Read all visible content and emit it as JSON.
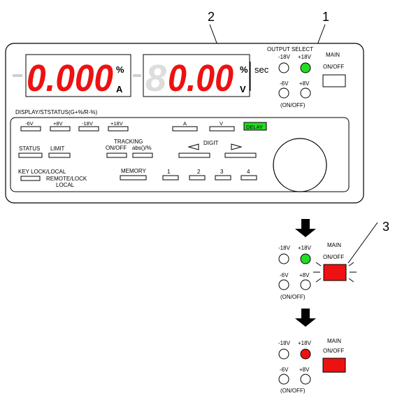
{
  "callouts": {
    "c1": "1",
    "c2": "2",
    "c3": "3"
  },
  "display": {
    "current_value": "0.000",
    "current_dim_digit": "8",
    "voltage_value": "0.00",
    "voltage_dim_digit": "8",
    "unit_percent_a": "%",
    "unit_a": "A",
    "unit_percent_v": "%",
    "unit_sec": "sec",
    "unit_v": "V"
  },
  "output_select": {
    "title": "OUTPUT SELECT",
    "m18_label": "-18V",
    "p18_label": "+18V",
    "m6_label": "-6V",
    "p8_label": "+8V",
    "onoff_label": "(ON/OFF)"
  },
  "main": {
    "title": "MAIN",
    "onoff": "ON/OFF"
  },
  "panel": {
    "status_header": "DISPLAY/STSTATUS(G+%/R-%)",
    "key_m6": "-6V",
    "key_p8": "+8V",
    "key_m18": "-18V",
    "key_p18": "+18V",
    "key_a": "A",
    "key_v": "V",
    "key_delay": "DELAY",
    "key_status": "STATUS",
    "key_limit": "LIMIT",
    "tracking_title": "TRACKING",
    "tracking_onoff": "ON/OFF",
    "tracking_abs": "abs()/%",
    "digit_label": "DIGIT",
    "keylock_label": "KEY LOCK/LOCAL",
    "remote_label": "REMOTE/LOCK",
    "local_label": "LOCAL",
    "memory_label": "MEMORY",
    "mem1": "1",
    "mem2": "2",
    "mem3": "3",
    "mem4": "4"
  },
  "colors": {
    "segment_red": "#ee1111",
    "segment_dim": "#dddddd",
    "led_green": "#22dd22",
    "led_red": "#ee1111",
    "main_red": "#ee1111"
  }
}
